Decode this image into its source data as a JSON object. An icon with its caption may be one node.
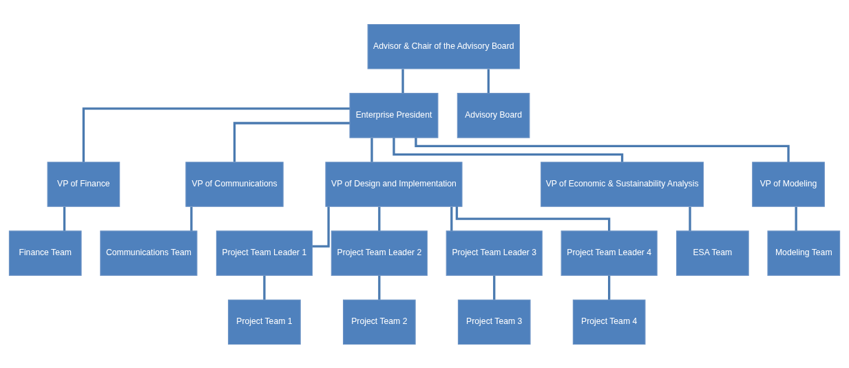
{
  "diagram": {
    "nodes": [
      {
        "text": [
          "Advisor & Chair of the Advisory Board"
        ]
      },
      {
        "text": [
          "Enterprise President"
        ]
      },
      {
        "text": [
          "Advisory Board"
        ]
      },
      {
        "text": [
          "VP of Finance"
        ]
      },
      {
        "text": [
          "VP of Communications"
        ]
      },
      {
        "text": [
          "VP of Design and Implementation"
        ]
      },
      {
        "text": [
          "VP of Economic & Sustainability Analysis"
        ]
      },
      {
        "text": [
          "VP of Modeling"
        ]
      },
      {
        "text": [
          "Finance Team"
        ]
      },
      {
        "text": [
          "Communications Team"
        ]
      },
      {
        "text": [
          "Project Team Leader 1"
        ]
      },
      {
        "text": [
          "Project Team Leader 2"
        ]
      },
      {
        "text": [
          "Project Team Leader 3"
        ]
      },
      {
        "text": [
          "Project Team Leader 4"
        ]
      },
      {
        "text": [
          "ESA Team"
        ]
      },
      {
        "text": [
          "Modeling Team"
        ]
      },
      {
        "text": [
          "Project Team 1"
        ]
      },
      {
        "text": [
          "Project Team 2"
        ]
      },
      {
        "text": [
          "Project Team 3"
        ]
      },
      {
        "text": [
          "Project Team 4"
        ]
      }
    ],
    "edges": [
      {
        "from": 0,
        "to": 1,
        "arrow": "none"
      },
      {
        "from": 0,
        "to": 2,
        "arrow": "none"
      },
      {
        "from": 1,
        "to": 3,
        "arrow": "none"
      },
      {
        "from": 1,
        "to": 4,
        "arrow": "none"
      },
      {
        "from": 1,
        "to": 5,
        "arrow": "none"
      },
      {
        "from": 1,
        "to": 6,
        "arrow": "none"
      },
      {
        "from": 1,
        "to": 7,
        "arrow": "none"
      },
      {
        "from": 3,
        "to": 8,
        "arrow": "none"
      },
      {
        "from": 4,
        "to": 9,
        "arrow": "none"
      },
      {
        "from": 5,
        "to": 10,
        "arrow": "none"
      },
      {
        "from": 5,
        "to": 11,
        "arrow": "none"
      },
      {
        "from": 5,
        "to": 12,
        "arrow": "none"
      },
      {
        "from": 5,
        "to": 13,
        "arrow": "none"
      },
      {
        "from": 6,
        "to": 14,
        "arrow": "none"
      },
      {
        "from": 7,
        "to": 15,
        "arrow": "none"
      },
      {
        "from": 10,
        "to": 16,
        "arrow": "none"
      },
      {
        "from": 11,
        "to": 17,
        "arrow": "none"
      },
      {
        "from": 12,
        "to": 18,
        "arrow": "none"
      },
      {
        "from": 13,
        "to": 19,
        "arrow": "none"
      }
    ]
  }
}
